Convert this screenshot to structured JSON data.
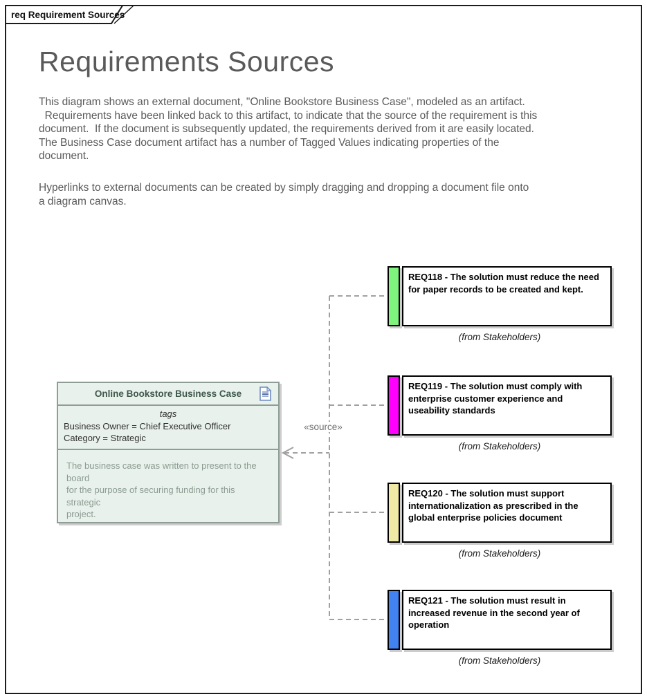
{
  "frame": {
    "tab_label": "req Requirement Sources"
  },
  "header": {
    "title": "Requirements Sources",
    "paragraph1": "This diagram shows an external document, \"Online Bookstore Business Case\", modeled as an artifact.\n  Requirements have been linked back to this artifact, to indicate that the source of the requirement is this\ndocument.  If the document is subsequently updated, the requirements derived from it are easily located.\nThe Business Case document artifact has a number of Tagged Values indicating properties of the\ndocument.",
    "paragraph2": "Hyperlinks to external documents can be created by simply dragging and dropping a document file onto\na diagram canvas."
  },
  "artifact": {
    "title": "Online Bookstore Business Case",
    "icon": "document-icon",
    "fill": "#e8f1eb",
    "border_color": "#8e9e96",
    "tags_heading": "tags",
    "tag1": "Business Owner = Chief Executive Officer",
    "tag2": "Category = Strategic",
    "notes": "The business case was written to present to the board\nfor the purpose of securing funding for this strategic\nproject."
  },
  "connector": {
    "stereotype_label": "«source»",
    "line_color": "#a0a0a0"
  },
  "requirements": [
    {
      "text": "REQ118 - The solution must reduce the need\nfor paper records to be created and kept.",
      "status_color": "#7ef47e",
      "from_label": "(from Stakeholders)"
    },
    {
      "text": "REQ119 - The solution must comply with\nenterprise customer experience and\nuseability standards",
      "status_color": "#ff00ff",
      "from_label": "(from Stakeholders)"
    },
    {
      "text": "REQ120 - The solution must support\ninternationalization as prescribed in the\nglobal enterprise policies document",
      "status_color": "#f0e9a5",
      "from_label": "(from Stakeholders)"
    },
    {
      "text": "REQ121 - The solution must result in\nincreased revenue in the second year of\noperation",
      "status_color": "#4181f0",
      "from_label": "(from Stakeholders)"
    }
  ]
}
